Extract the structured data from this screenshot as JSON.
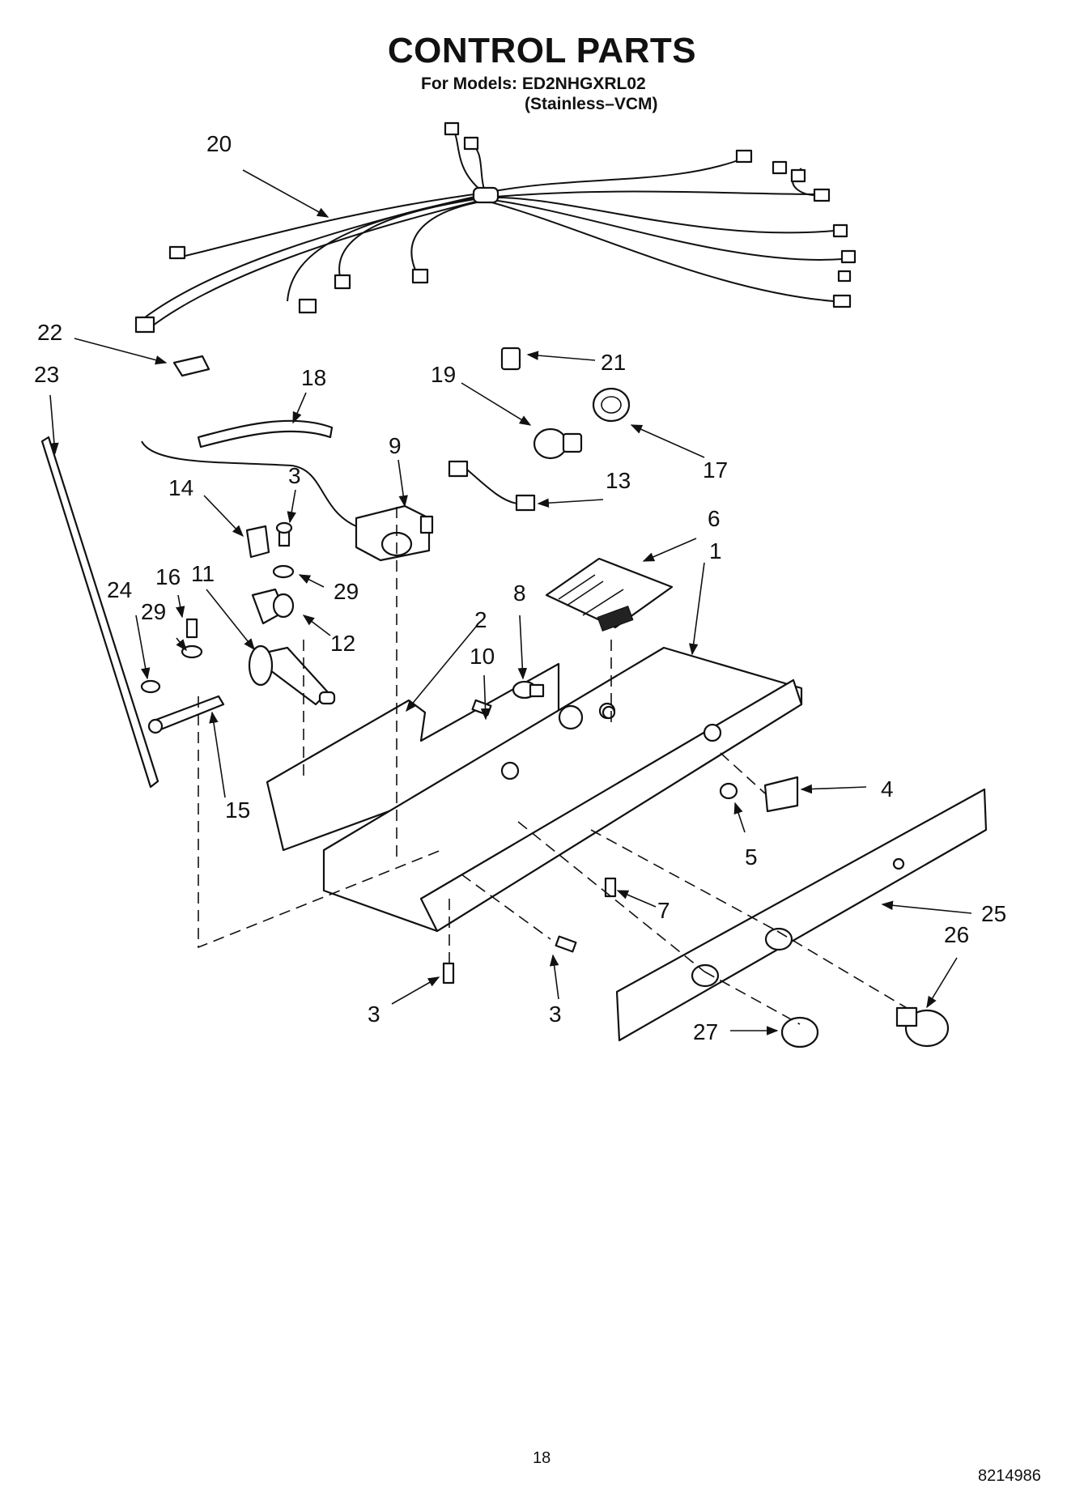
{
  "header": {
    "title": "CONTROL PARTS",
    "models_line": "For Models: ED2NHGXRL02",
    "variant_line": "(Stainless–VCM)"
  },
  "footer": {
    "page_number": "18",
    "document_number": "8214986"
  },
  "callouts": [
    {
      "id": "c20",
      "label": "20"
    },
    {
      "id": "c22",
      "label": "22"
    },
    {
      "id": "c23",
      "label": "23"
    },
    {
      "id": "c21",
      "label": "21"
    },
    {
      "id": "c19",
      "label": "19"
    },
    {
      "id": "c18",
      "label": "18"
    },
    {
      "id": "c17",
      "label": "17"
    },
    {
      "id": "c9",
      "label": "9"
    },
    {
      "id": "c3a",
      "label": "3"
    },
    {
      "id": "c14",
      "label": "14"
    },
    {
      "id": "c13",
      "label": "13"
    },
    {
      "id": "c6",
      "label": "6"
    },
    {
      "id": "c1",
      "label": "1"
    },
    {
      "id": "c29a",
      "label": "29"
    },
    {
      "id": "c24",
      "label": "24"
    },
    {
      "id": "c16",
      "label": "16"
    },
    {
      "id": "c11",
      "label": "11"
    },
    {
      "id": "c29b",
      "label": "29"
    },
    {
      "id": "c12",
      "label": "12"
    },
    {
      "id": "c8",
      "label": "8"
    },
    {
      "id": "c2",
      "label": "2"
    },
    {
      "id": "c10",
      "label": "10"
    },
    {
      "id": "c15",
      "label": "15"
    },
    {
      "id": "c4",
      "label": "4"
    },
    {
      "id": "c5",
      "label": "5"
    },
    {
      "id": "c7",
      "label": "7"
    },
    {
      "id": "c25",
      "label": "25"
    },
    {
      "id": "c26",
      "label": "26"
    },
    {
      "id": "c3b",
      "label": "3"
    },
    {
      "id": "c3c",
      "label": "3"
    },
    {
      "id": "c27",
      "label": "27"
    }
  ]
}
